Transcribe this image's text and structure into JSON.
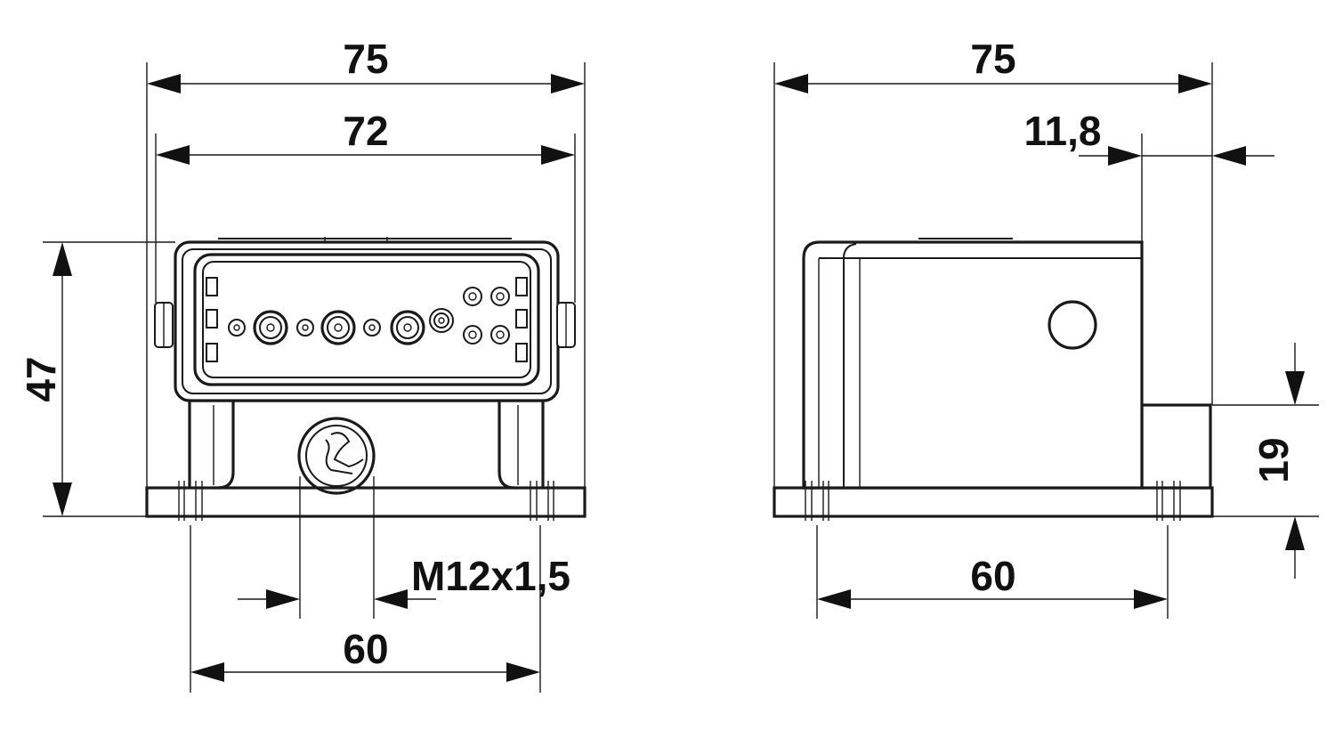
{
  "front_view": {
    "overall_width": "75",
    "inner_width": "72",
    "height": "47",
    "thread": "M12x1,5",
    "mount_spacing": "60"
  },
  "side_view": {
    "overall_length": "75",
    "offset": "11,8",
    "base_height": "19",
    "mount_spacing": "60"
  },
  "colors": {
    "line": "#1a1a1a",
    "background": "#ffffff"
  }
}
